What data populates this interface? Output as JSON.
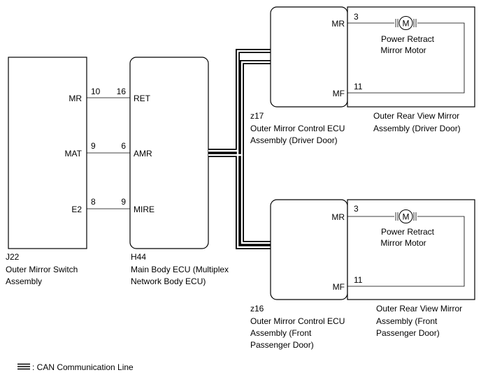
{
  "components": {
    "j22": {
      "code": "J22",
      "name_lines": [
        "Outer Mirror Switch",
        "Assembly"
      ],
      "pins": {
        "mr": "MR",
        "mat": "MAT",
        "e2": "E2"
      }
    },
    "h44": {
      "code": "H44",
      "name_lines": [
        "Main Body ECU (Multiplex",
        "Network Body ECU)"
      ],
      "pins": {
        "ret": "RET",
        "amr": "AMR",
        "mire": "MIRE"
      }
    },
    "z17": {
      "code": "z17",
      "name_lines": [
        "Outer Mirror Control ECU",
        "Assembly (Driver Door)"
      ],
      "pins": {
        "mr": "MR",
        "mf": "MF"
      }
    },
    "z16": {
      "code": "z16",
      "name_lines": [
        "Outer Mirror Control ECU",
        "Assembly (Front",
        "Passenger Door)"
      ],
      "pins": {
        "mr": "MR",
        "mf": "MF"
      }
    },
    "mirror_driver": {
      "name_lines": [
        "Outer Rear View Mirror",
        "Assembly (Driver Door)"
      ],
      "motor_lines": [
        "Power Retract",
        "Mirror Motor"
      ],
      "motor_symbol": "M",
      "pin_top": "3",
      "pin_bottom": "11"
    },
    "mirror_passenger": {
      "name_lines": [
        "Outer Rear View Mirror",
        "Assembly (Front",
        "Passenger Door)"
      ],
      "motor_lines": [
        "Power Retract",
        "Mirror Motor"
      ],
      "motor_symbol": "M",
      "pin_top": "3",
      "pin_bottom": "11"
    }
  },
  "wires": [
    {
      "from_pin": "10",
      "to_pin": "16"
    },
    {
      "from_pin": "9",
      "to_pin": "6"
    },
    {
      "from_pin": "8",
      "to_pin": "9"
    }
  ],
  "legend": {
    "label": ": CAN Communication Line"
  }
}
